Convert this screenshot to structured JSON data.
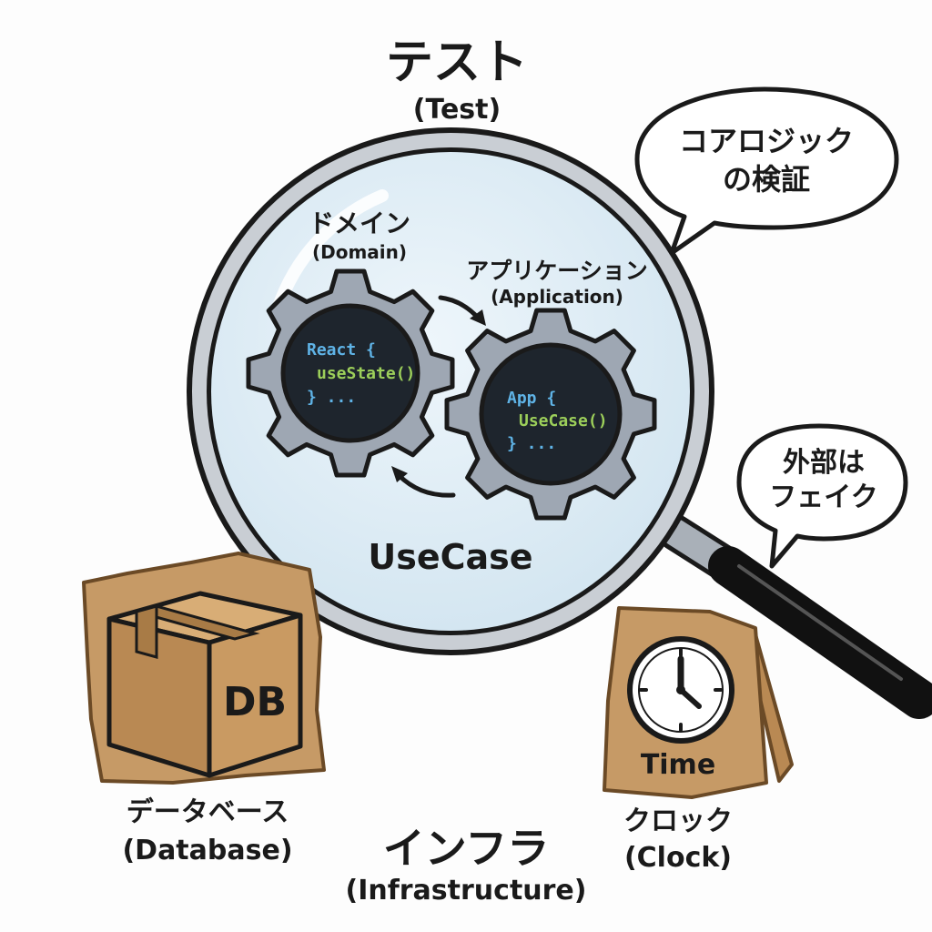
{
  "title": {
    "main": "テスト",
    "sub": "(Test)"
  },
  "bubble_core": {
    "line1": "コアロジック",
    "line2": "の検証"
  },
  "bubble_fake": {
    "line1": "外部は",
    "line2": "フェイク"
  },
  "domain": {
    "label": "ドメイン",
    "sub": "(Domain)",
    "code": [
      "React {",
      "useState()",
      "} ..."
    ]
  },
  "application": {
    "label": "アプリケーション",
    "sub": "(Application)",
    "code": [
      "App {",
      "UseCase()",
      "} ..."
    ]
  },
  "usecase_label": "UseCase",
  "database": {
    "box_text": "DB",
    "label": "データベース",
    "sub": "(Database)"
  },
  "clock": {
    "sign_text": "Time",
    "label": "クロック",
    "sub": "(Clock)"
  },
  "infra": {
    "label": "インフラ",
    "sub": "(Infrastructure)"
  },
  "colors": {
    "lens": "#dfeef7",
    "gear": "#9ea7b3",
    "cardboard": "#c69a66",
    "code_keyword": "#5fb3e6",
    "code_call": "#9ccf5a"
  }
}
